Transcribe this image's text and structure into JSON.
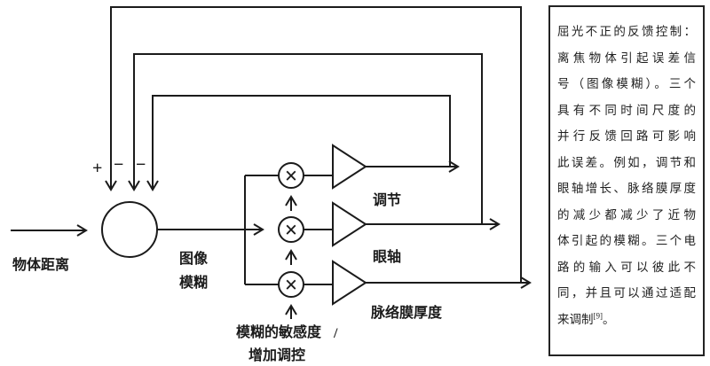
{
  "diagram": {
    "object_distance_label": "物体距离",
    "sum_signs": {
      "plus": "+",
      "minus_1": "−",
      "minus_2": "−"
    },
    "blur_label_line1": "图像",
    "blur_label_line2": "模糊",
    "multiplier_symbol": "×",
    "branch_labels": {
      "accommodation": "调节",
      "axial_length": "眼轴",
      "choroid_thickness": "脉络膜厚度"
    },
    "gain_label_line1": "模糊的敏感度",
    "gain_label_slash": "/",
    "gain_label_line2": "增加调控"
  },
  "caption": {
    "lines": [
      "屈光不正的反馈控制：",
      "离焦物体引起误差信",
      "号（图像模糊）。三个",
      "具有不同时间尺度的",
      "并行反馈回路可影响",
      "此误差。例如，调节和",
      "眼轴增长、脉络膜厚度",
      "的减少都减少了近物",
      "体引起的模糊。三个电",
      "路的输入可以彼此不",
      "同，并且可以通过适配"
    ],
    "last_line_text": "来调制",
    "last_line_superscript": "[9]",
    "last_line_period": "。"
  },
  "colors": {
    "ink": "#1b1b1b",
    "background": "#ffffff"
  }
}
